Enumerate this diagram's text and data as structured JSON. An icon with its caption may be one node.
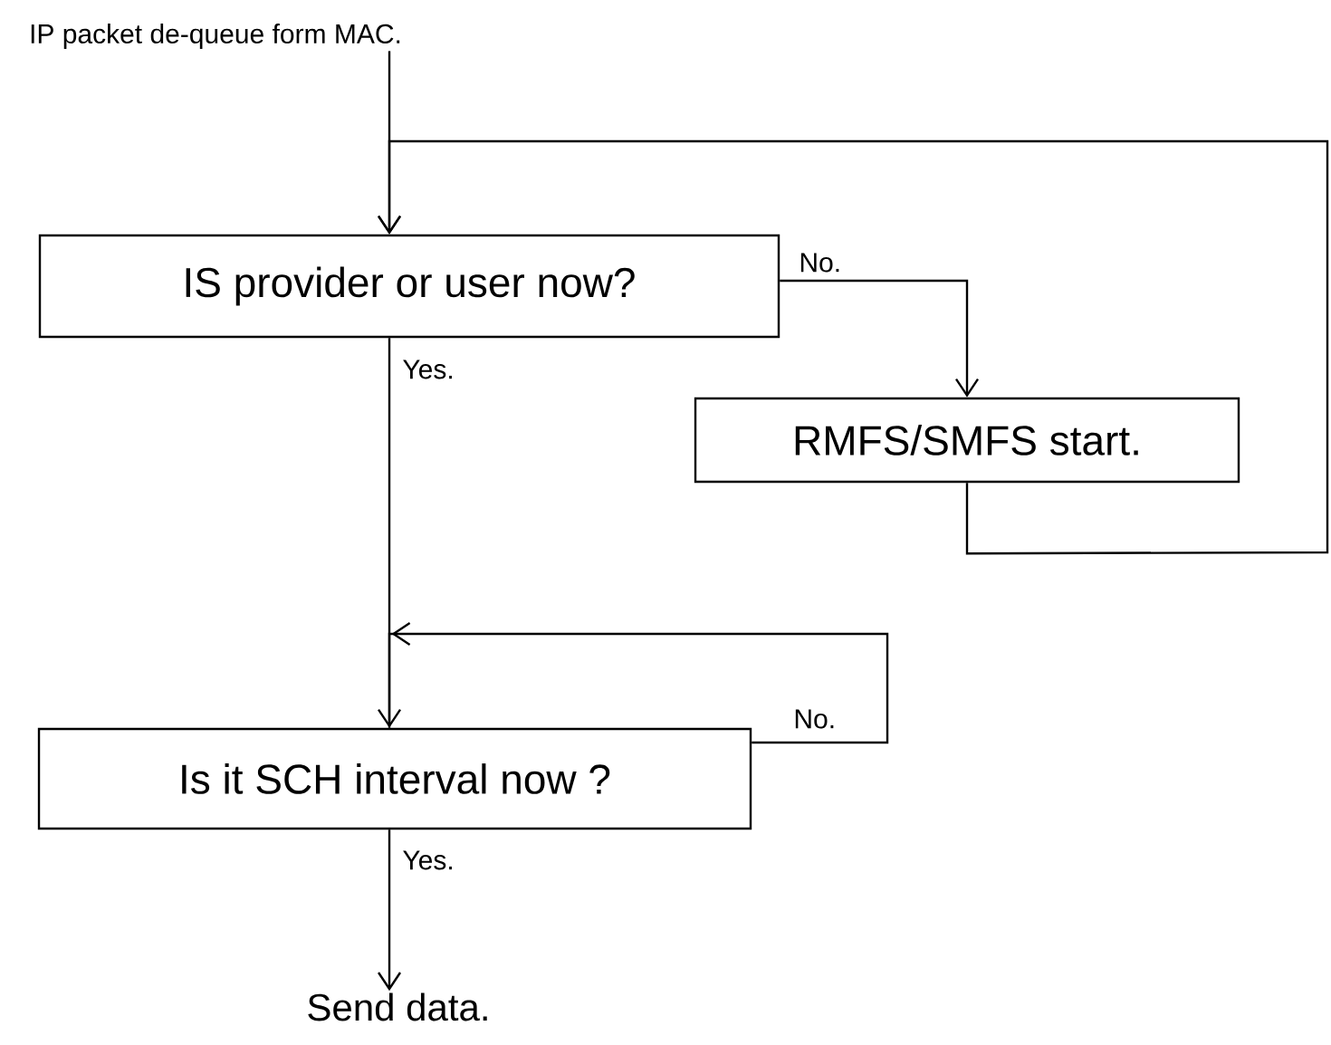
{
  "diagram": {
    "nodes": [
      {
        "text": [
          "IP packet de-queue form MAC."
        ]
      },
      {
        "text": [
          "IS provider or user now?"
        ]
      },
      {
        "text": [
          "RMFS/SMFS start."
        ]
      },
      {
        "text": [
          "Is it SCH interval now ?"
        ]
      },
      {
        "text": [
          "Send data."
        ]
      }
    ],
    "edges": [
      {
        "from": 0,
        "to": 1,
        "arrow": "to"
      },
      {
        "from": 1,
        "to": 2,
        "arrow": "to",
        "label": "No."
      },
      {
        "from": 2,
        "to": 1,
        "arrow": "to"
      },
      {
        "from": 1,
        "to": 3,
        "arrow": "to",
        "label": "Yes."
      },
      {
        "from": 3,
        "to": 3,
        "arrow": "to",
        "label": "No."
      },
      {
        "from": 3,
        "to": 4,
        "arrow": "to",
        "label": "Yes."
      }
    ]
  }
}
